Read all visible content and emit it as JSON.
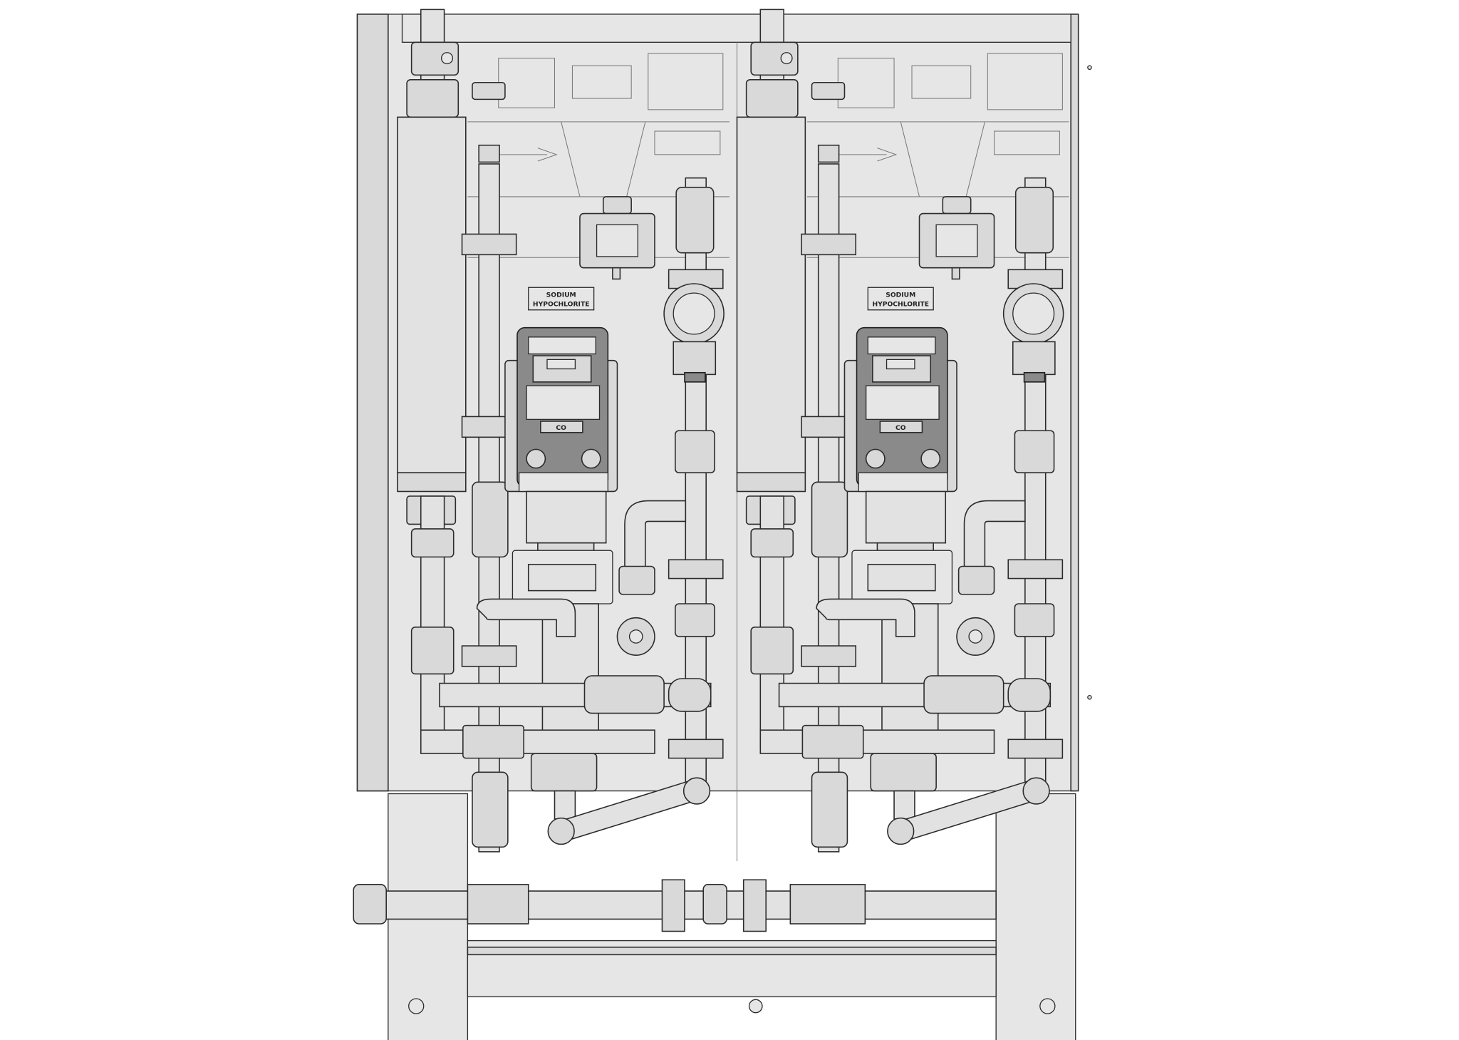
{
  "drawing": {
    "chemical_label": {
      "line1": "SODIUM",
      "line2": "HYPOCHLORITE"
    },
    "pump_tag": "CO",
    "colors": {
      "panel": "#e6e6e6",
      "line": "#2b2b2b",
      "pipe": "#e2e2e2",
      "pump_body": "#8a8a8a"
    }
  }
}
